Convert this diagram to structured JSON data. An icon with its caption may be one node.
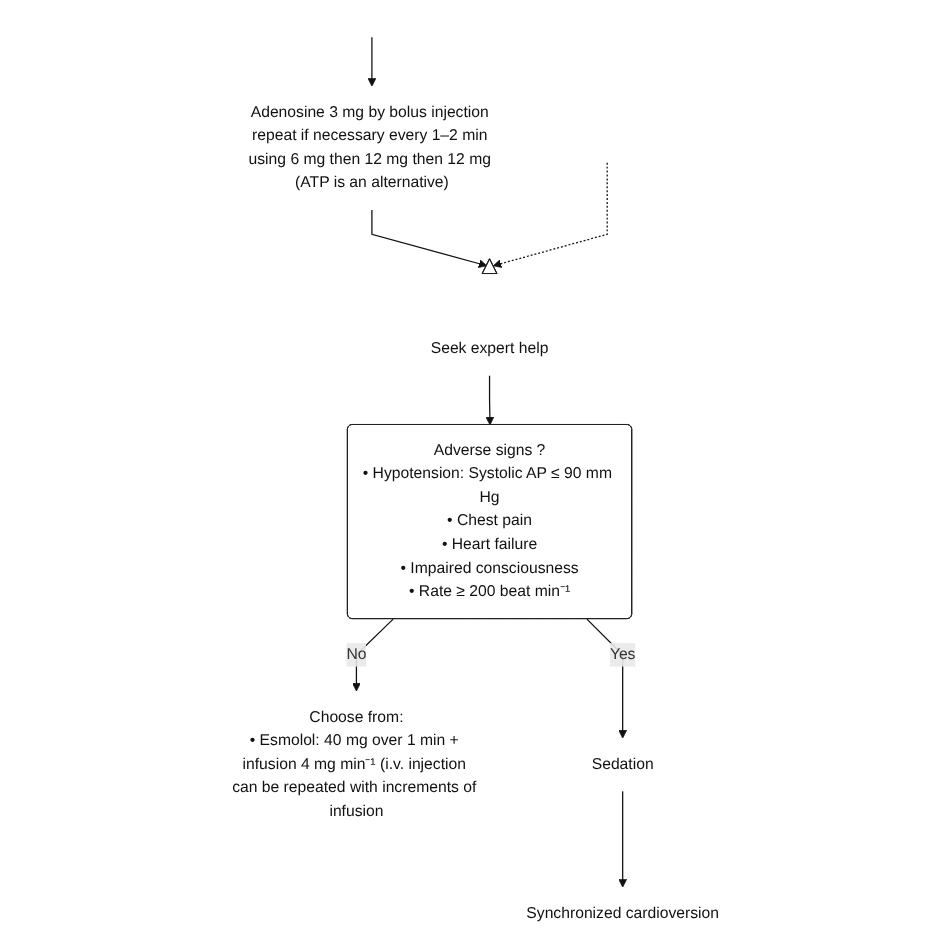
{
  "diagram": {
    "nodes": [
      {
        "text": [
          "Adenosine 3 mg by bolus injection repeat if necessary every 1–2 min using 6 mg then 12 mg then 12 mg (ATP is an alternative)"
        ]
      },
      {
        "text": [],
        "shape": "triangle"
      },
      {
        "text": [
          "Seek expert help"
        ]
      },
      {
        "text": [
          "Adverse signs ?",
          "• Hypotension: Systolic AP ≤ 90 mm Hg",
          "• Chest pain",
          "• Heart failure",
          "• Impaired consciousness",
          "• Rate ≥ 200 beat min⁻¹"
        ]
      },
      {
        "text": [
          "Choose from:",
          "• Esmolol: 40 mg over 1 min + infusion 4 mg min⁻¹ (i.v. injection can be repeated with increments of infusion"
        ]
      },
      {
        "text": [
          "Sedation"
        ]
      },
      {
        "text": [
          "Synchronized cardioversion"
        ]
      }
    ],
    "edges": [
      {
        "from": null,
        "to": 0,
        "arrow": "to"
      },
      {
        "from": 0,
        "to": 1,
        "arrow": "to"
      },
      {
        "from": null,
        "to": 1,
        "arrow": "to",
        "style": "dashed"
      },
      {
        "from": 2,
        "to": 3,
        "arrow": "to"
      },
      {
        "from": 3,
        "to": 4,
        "arrow": "to",
        "label": "No"
      },
      {
        "from": 3,
        "to": 5,
        "arrow": "to",
        "label": "Yes"
      },
      {
        "from": 5,
        "to": 6,
        "arrow": "to"
      }
    ]
  }
}
